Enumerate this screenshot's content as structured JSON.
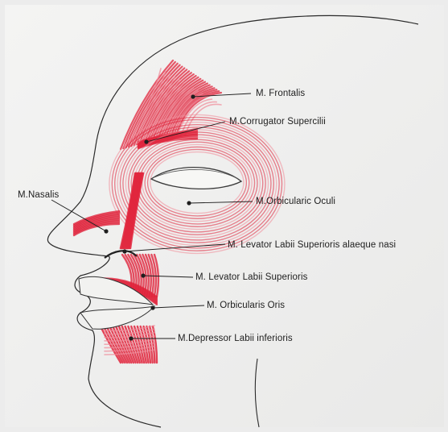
{
  "labels": {
    "frontalis": "M. Frontalis",
    "corrugator": "M.Corrugator Supercilii",
    "nasalis": "M.Nasalis",
    "orbicularis_oculi": "M.Orbicularic Oculi",
    "levator_alaeque": "M. Levator Labii Superioris alaeque nasi",
    "levator": "M. Levator Labii Superioris",
    "orbicularis_oris": "M. Orbicularis Oris",
    "depressor": "M.Depressor Labii inferioris"
  },
  "colors": {
    "muscle": "#e0243c",
    "muscle_light": "#f08a98",
    "line": "#222222",
    "paper": "#f1f1f0"
  }
}
